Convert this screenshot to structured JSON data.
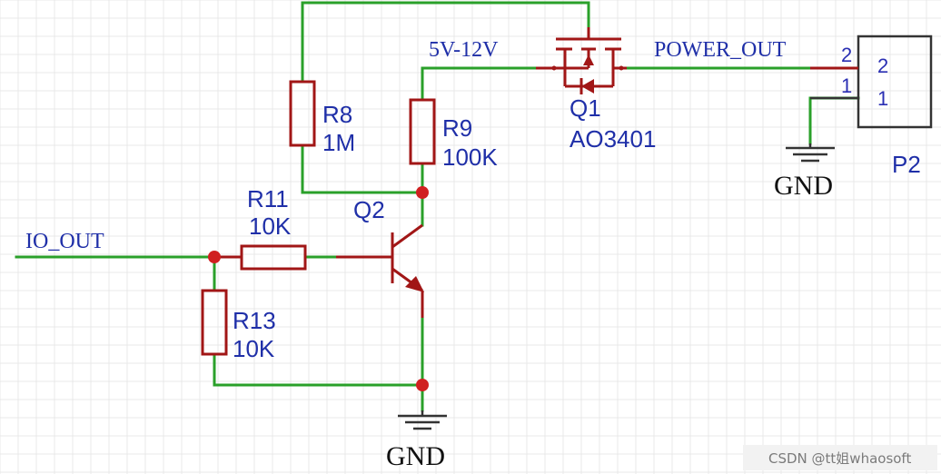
{
  "nets": {
    "io_out": "IO_OUT",
    "supply": "5V-12V",
    "power_out": "POWER_OUT"
  },
  "components": {
    "r8": {
      "ref": "R8",
      "value": "1M"
    },
    "r9": {
      "ref": "R9",
      "value": "100K"
    },
    "r11": {
      "ref": "R11",
      "value": "10K"
    },
    "r13": {
      "ref": "R13",
      "value": "10K"
    },
    "q1": {
      "ref": "Q1",
      "part": "AO3401"
    },
    "q2": {
      "ref": "Q2"
    },
    "p2": {
      "ref": "P2",
      "pin_a": "2",
      "pin_b": "1",
      "outer_pin_a": "2",
      "outer_pin_b": "1"
    }
  },
  "grounds": {
    "ground_transistor": "GND",
    "ground_connector": "GND"
  },
  "watermark": "CSDN @tt姐whaosoft",
  "colors": {
    "wire": "#2aa02a",
    "component": "#a11616",
    "label": "#1f2fa8",
    "junction": "#d02020",
    "grid": "#e9e9e9"
  }
}
